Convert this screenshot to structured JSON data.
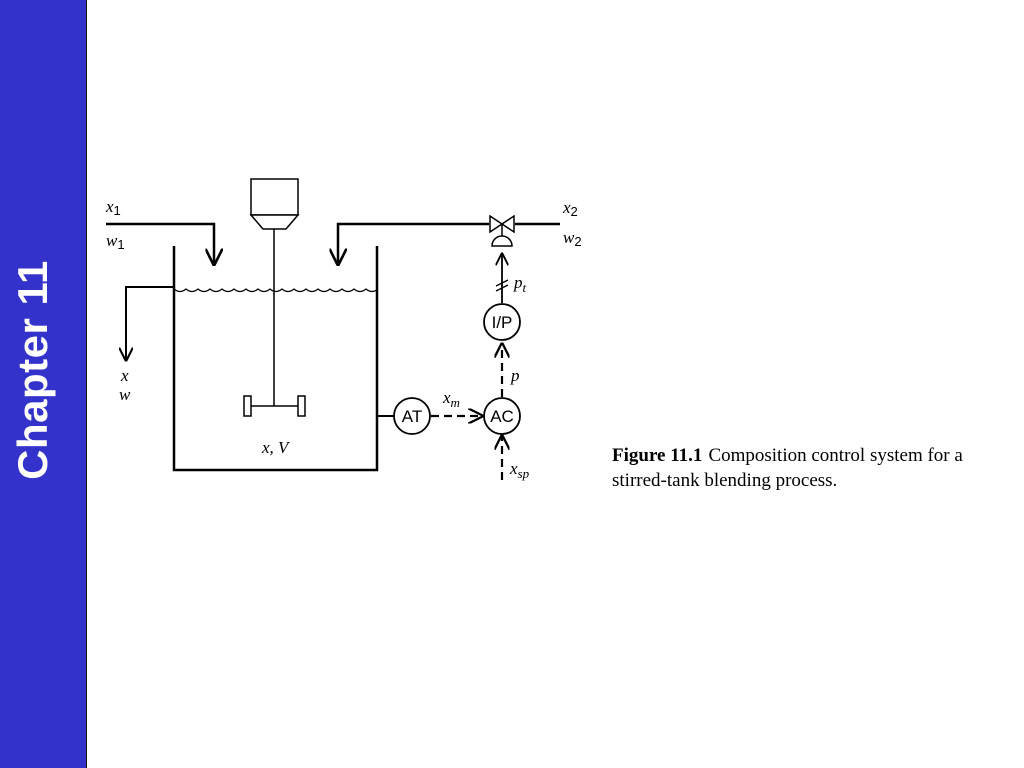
{
  "sidebar": {
    "label": "Chapter 11",
    "background": "#3333cc"
  },
  "diagram": {
    "inlet1": {
      "x": "x",
      "x_sub": "1",
      "w": "w",
      "w_sub": "1"
    },
    "inlet2": {
      "x": "x",
      "x_sub": "2",
      "w": "w",
      "w_sub": "2"
    },
    "outlet": {
      "x": "x",
      "w": "w"
    },
    "tank_label": "x, V",
    "transmitter": "AT",
    "controller": "AC",
    "converter": "I/P",
    "signals": {
      "measured": {
        "base": "x",
        "sub": "m"
      },
      "controller_output": "p",
      "transducer_output": {
        "base": "p",
        "sub": "t"
      },
      "setpoint": {
        "base": "x",
        "sub": "sp"
      }
    }
  },
  "caption": {
    "figure_label": "Figure 11.1",
    "text": "Composition control system for a stirred-tank blending process."
  }
}
